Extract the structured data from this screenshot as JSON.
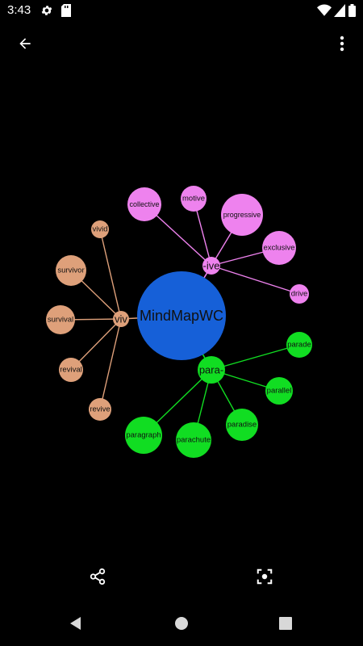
{
  "status_bar": {
    "time": "3:43",
    "icons": [
      "gear-icon",
      "sd-card-icon",
      "wifi-icon",
      "signal-icon",
      "battery-icon"
    ]
  },
  "app_bar": {
    "back_icon": "arrow-left-icon",
    "menu_icon": "more-vert-icon"
  },
  "mind_map": {
    "center": {
      "label": "MindMapWC",
      "color": "#1660d8"
    },
    "branches": [
      {
        "label": "-ive",
        "color": "#ee82ee",
        "children": [
          "collective",
          "motive",
          "progressive",
          "exclusive",
          "drive"
        ]
      },
      {
        "label": "viv",
        "color": "#dea07a",
        "children": [
          "vivid",
          "survivor",
          "survival",
          "revival",
          "revive"
        ]
      },
      {
        "label": "para-",
        "color": "#11dd22",
        "children": [
          "parade",
          "parallel",
          "paradise",
          "parachute",
          "paragraph"
        ]
      }
    ]
  },
  "bottom_actions": {
    "share_icon": "share-icon",
    "fit_icon": "fit-screen-icon"
  },
  "nav_bar": {
    "back": "nav-back-icon",
    "home": "nav-home-icon",
    "recents": "nav-recents-icon"
  }
}
